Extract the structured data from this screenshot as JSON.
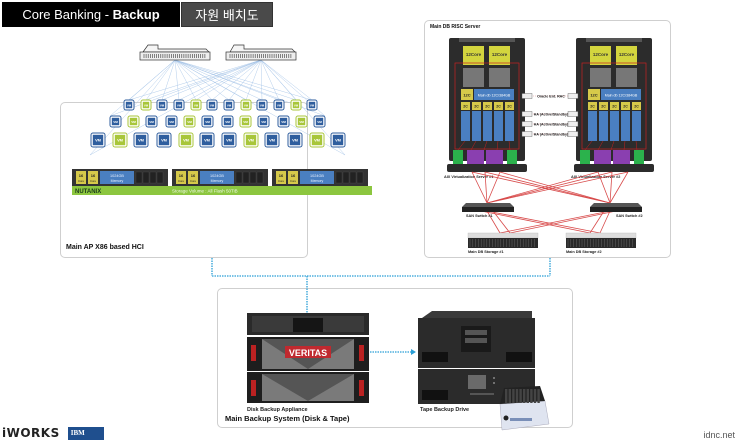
{
  "header": {
    "title_prefix": "Core Banking - ",
    "title_bold": "Backup",
    "subtitle": "자원 배치도"
  },
  "hci": {
    "label": "Main AP X86 based HCI",
    "vm_label": "VM",
    "nodes": [
      {
        "cpu1": "16",
        "cpu1_unit": "Core",
        "cpu2": "16",
        "cpu2_unit": "Core",
        "memory": "1024GB",
        "memory_label": "Memory"
      },
      {
        "cpu1": "16",
        "cpu1_unit": "Core",
        "cpu2": "16",
        "cpu2_unit": "Core",
        "memory": "1024GB",
        "memory_label": "Memory"
      },
      {
        "cpu1": "16",
        "cpu1_unit": "Core",
        "cpu2": "16",
        "cpu2_unit": "Core",
        "memory": "1024GB",
        "memory_label": "Memory"
      }
    ],
    "brand": "NUTANIX",
    "storage_volume": "Storage Volume : All Flash 50TiB"
  },
  "risc": {
    "label": "Main DB RISC Server",
    "servers": [
      {
        "name": "AIX Virtualization Server #1",
        "cpu_a": "12Core",
        "cpu_b": "12Core",
        "main_lpar_cores": "12C",
        "main_lpar": "Main db 12C/384GB",
        "lpar_cores": [
          "2C",
          "2C",
          "2C",
          "2C",
          "2C"
        ]
      },
      {
        "name": "AIX Virtualization Server #2",
        "cpu_a": "12Core",
        "cpu_b": "12Core",
        "main_lpar_cores": "12C",
        "main_lpar": "Main db 12C/384GB",
        "lpar_cores": [
          "2C",
          "2C",
          "2C",
          "2C",
          "2C"
        ]
      }
    ],
    "links": [
      "Oracle Ent. RAC",
      "HA (Active/Standby)",
      "HA (Active/Standby)",
      "HA (Active/Standby)"
    ],
    "switches": [
      "SAN Switch #1",
      "SAN Switch #2"
    ],
    "storages": [
      "Main DB Storage #1",
      "Main DB Storage #2"
    ]
  },
  "backup": {
    "label": "Main Backup System (Disk & Tape)",
    "disk_label": "Disk Backup Appliance",
    "disk_brand": "VERITAS",
    "tape_label": "Tape Backup Drive"
  },
  "footer": {
    "logo_text": "iWORKS",
    "partner_logo": "IBM",
    "site": "idnc.net"
  },
  "colors": {
    "vm_blue": "#2f5e9e",
    "vm_green": "#a8c63a",
    "nutanix_green": "#8cc63f",
    "san_red": "#d12b2b",
    "link_blue": "#2a9fd6",
    "cpu_yellow": "#d6c94a",
    "lpar_blue": "#4a7fc1"
  }
}
